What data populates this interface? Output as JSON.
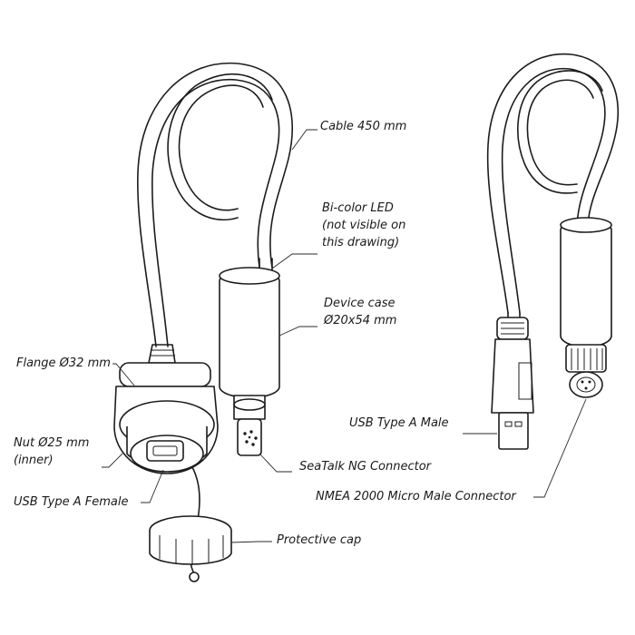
{
  "labels": {
    "cable": "Cable 450 mm",
    "led": "Bi-color LED\n(not visible on\nthis drawing)",
    "device_case": "Device case\nØ20x54 mm",
    "flange": "Flange Ø32 mm",
    "nut": "Nut Ø25 mm\n(inner)",
    "usb_female": "USB Type A Female",
    "seatalk": "SeaTalk NG Connector",
    "protective_cap": "Protective cap",
    "usb_male": "USB Type A Male",
    "nmea": "NMEA 2000 Micro Male Connector"
  }
}
